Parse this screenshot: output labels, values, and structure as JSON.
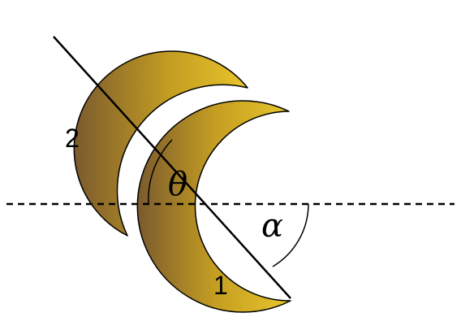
{
  "labels": {
    "piece2": "2",
    "piece1": "1",
    "theta": "θ",
    "alpha": "α"
  },
  "colors": {
    "fill_dark": "#7a5a2e",
    "fill_mid": "#b8921f",
    "fill_light": "#e8c52c",
    "outline": "#000000",
    "background": "#ffffff"
  }
}
